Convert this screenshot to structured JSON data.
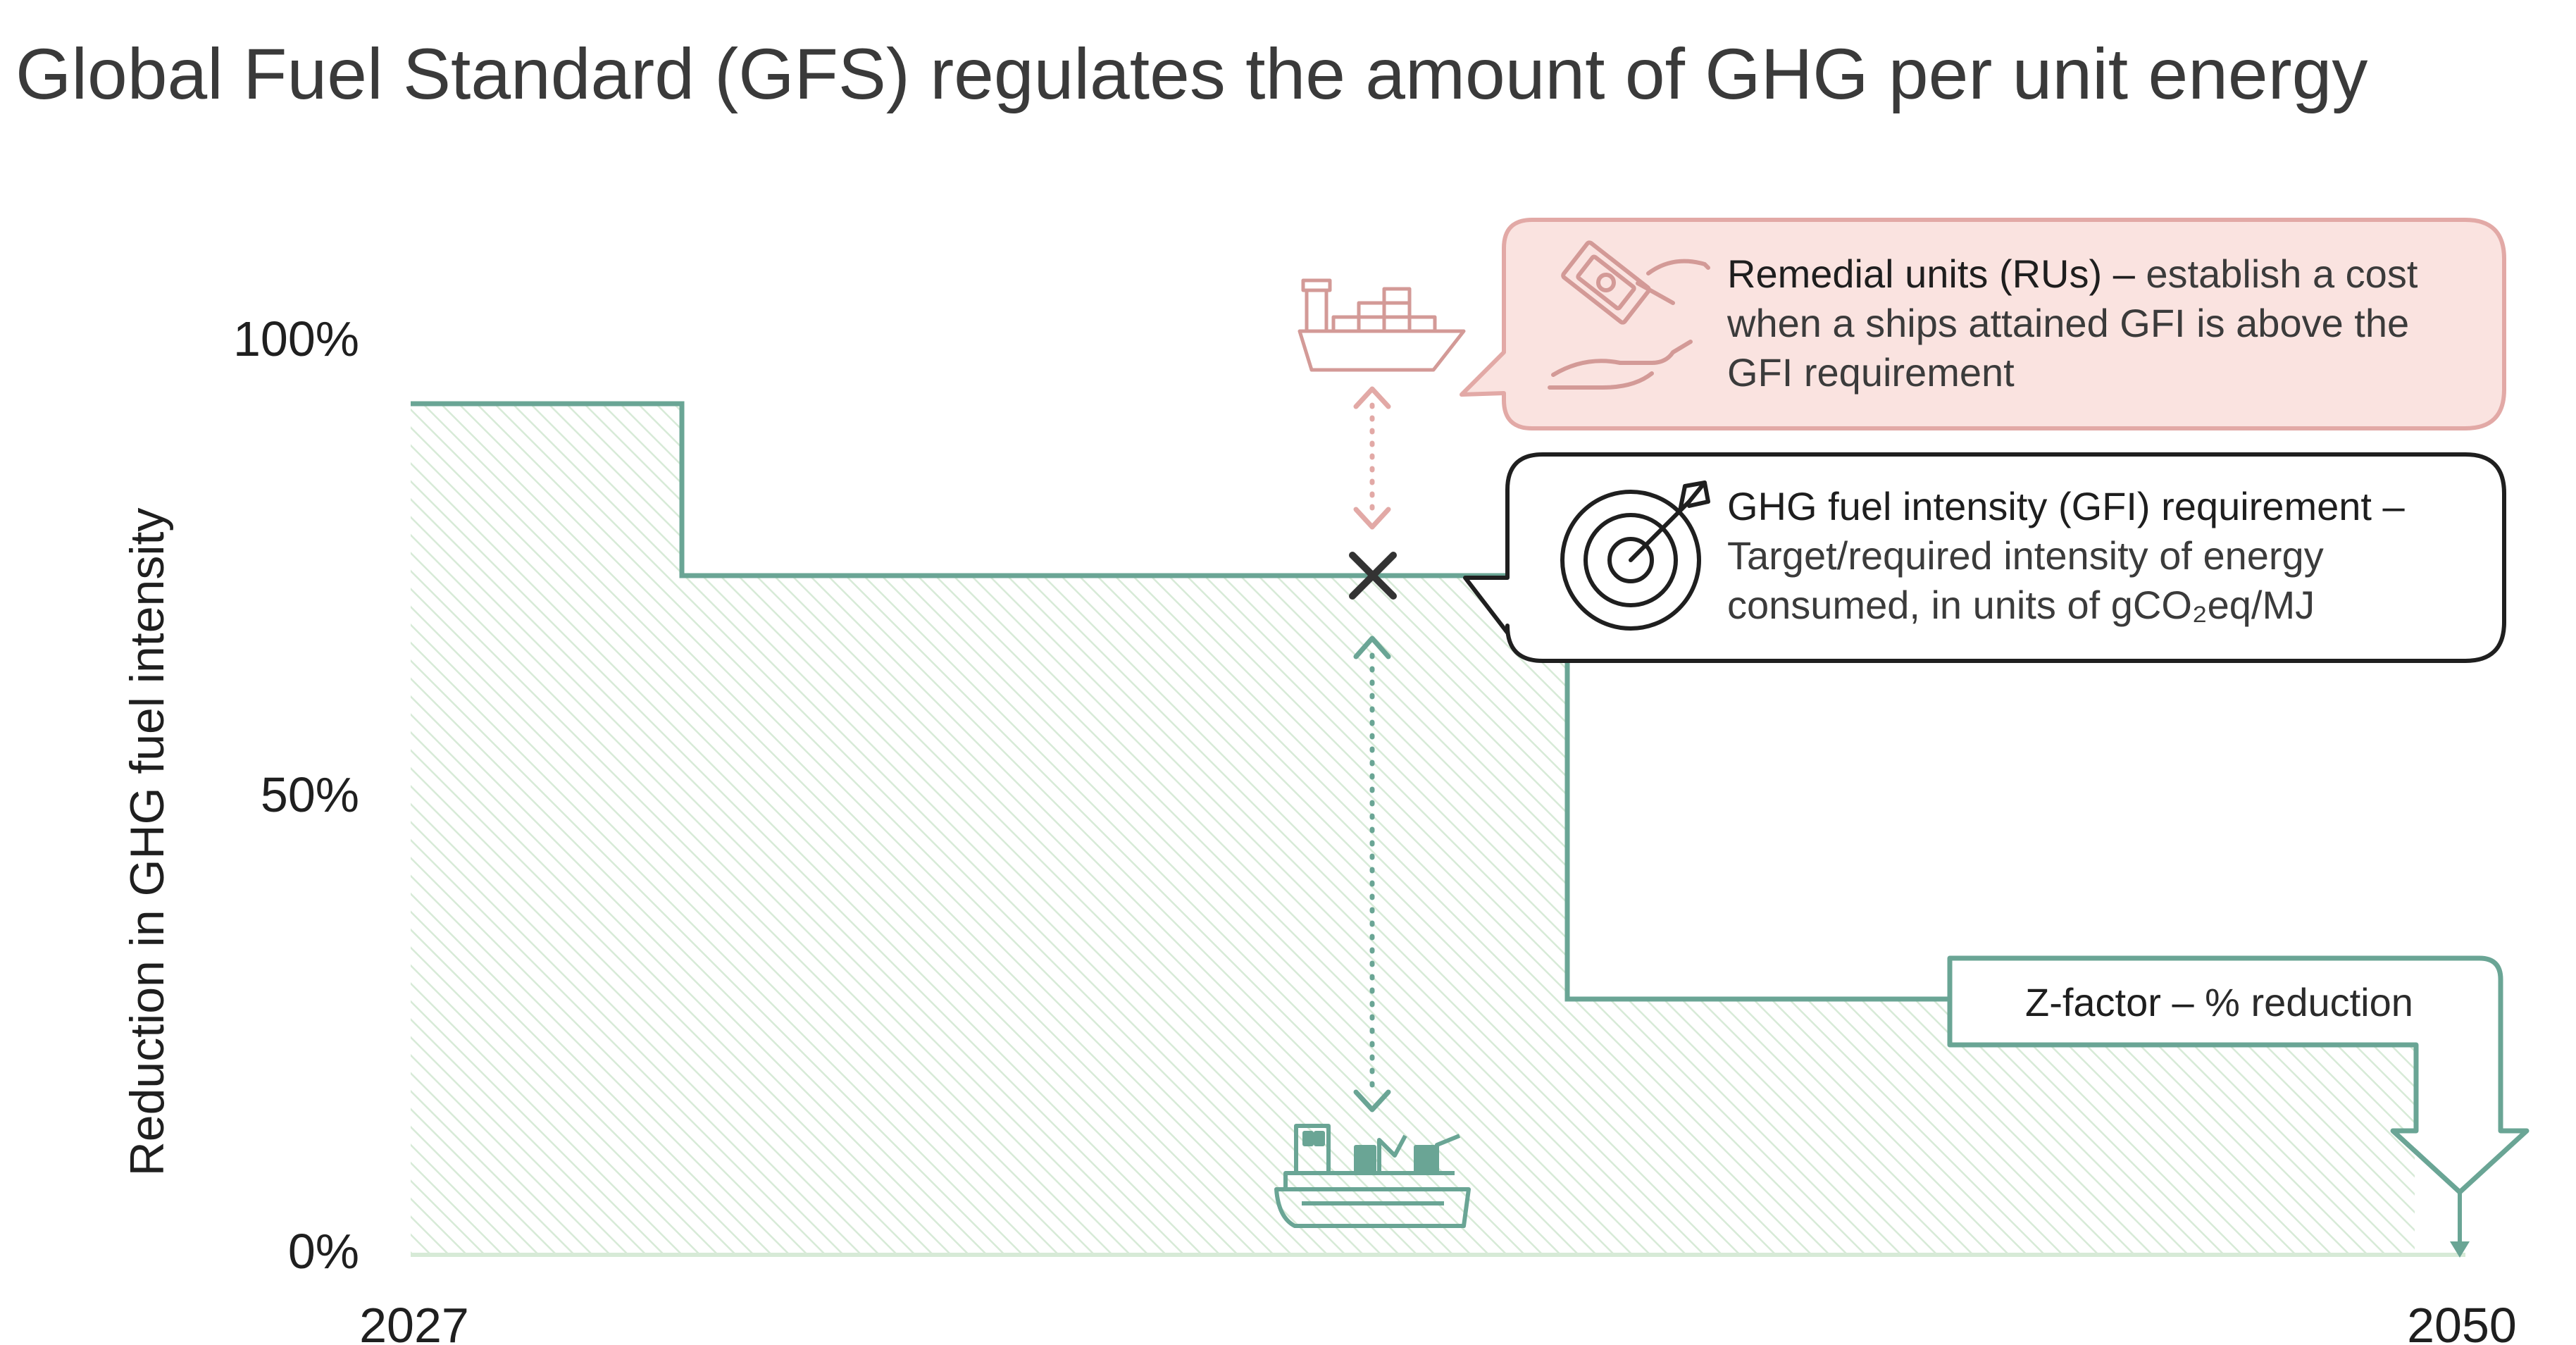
{
  "title": "Global Fuel Standard (GFS) regulates the amount of GHG per unit energy",
  "y_axis": {
    "label": "Reduction in GHG fuel intensity",
    "ticks": [
      "100%",
      "50%",
      "0%"
    ]
  },
  "x_axis": {
    "ticks": [
      "2027",
      "2050"
    ]
  },
  "callouts": {
    "remedial": {
      "bold": "Remedial units (RUs) –",
      "line1_rest": " establish a cost",
      "line2": "when a ships attained GFI is above the",
      "line3": "GFI requirement",
      "icon": "money-hand-icon"
    },
    "gfi": {
      "bold": "GHG fuel intensity (GFI) requirement –",
      "line2": "Target/required intensity of energy",
      "line3": "consumed, in units of gCO₂eq/MJ",
      "icon": "target-arrow-icon"
    },
    "zfactor": {
      "bold": "Z-factor –",
      "rest": " % reduction"
    }
  },
  "icons": {
    "top_ship": "cargo-ship-icon",
    "bottom_ship": "green-ship-icon",
    "marker": "x-marker-icon"
  },
  "colors": {
    "teal": "#6aa595",
    "teal_light": "#d7ead7",
    "pink_fill": "#fae3e0",
    "pink_stroke": "#e2a9a6",
    "pink_icon": "#d39a97",
    "dark": "#1f1f1f"
  }
}
